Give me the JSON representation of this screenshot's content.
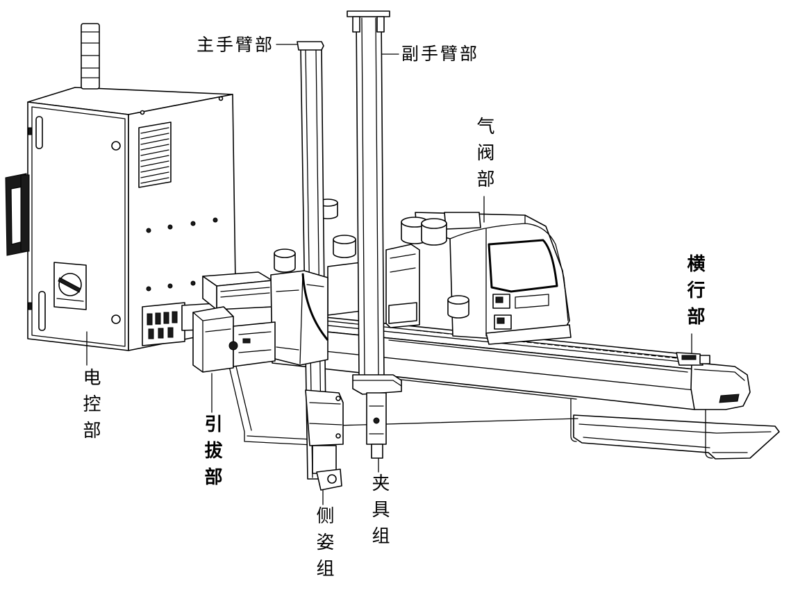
{
  "labels": {
    "main_arm": "主手臂部",
    "sub_arm": "副手臂部",
    "valve": "气阀部",
    "traverse": "横行部",
    "control": "电控部",
    "pull": "引拔部",
    "side_posture": "侧姿组",
    "fixture": "夹具组"
  },
  "colors": {
    "line": "#000000",
    "background": "#ffffff"
  }
}
